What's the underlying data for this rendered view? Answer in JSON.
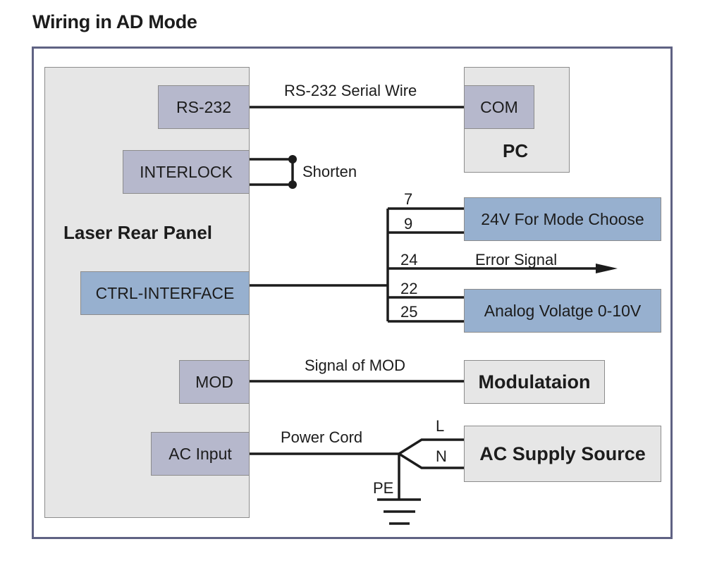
{
  "title": "Wiring in AD Mode",
  "laser_panel": {
    "label": "Laser Rear Panel",
    "ports": {
      "rs232": "RS-232",
      "interlock": "INTERLOCK",
      "ctrl_interface": "CTRL-INTERFACE",
      "mod": "MOD",
      "ac_input": "AC Input"
    }
  },
  "pc": {
    "label": "PC",
    "port": "COM"
  },
  "wires": {
    "rs232": "RS-232 Serial Wire",
    "interlock": "Shorten",
    "mod": "Signal of MOD",
    "power": "Power Cord",
    "error": "Error Signal"
  },
  "pins": [
    "7",
    "9",
    "24",
    "22",
    "25"
  ],
  "targets": {
    "mode_choose": "24V For Mode Choose",
    "analog": "Analog Volatge 0-10V",
    "modulation": "Modulataion",
    "ac_supply": "AC Supply Source"
  },
  "power_lines": {
    "live": "L",
    "neutral": "N",
    "earth": "PE"
  },
  "colors": {
    "frame": "#5f6283",
    "panel": "#e6e6e6",
    "port": "#b6b8cc",
    "signal_box": "#97b0cf",
    "wire": "#1c1c1c"
  }
}
